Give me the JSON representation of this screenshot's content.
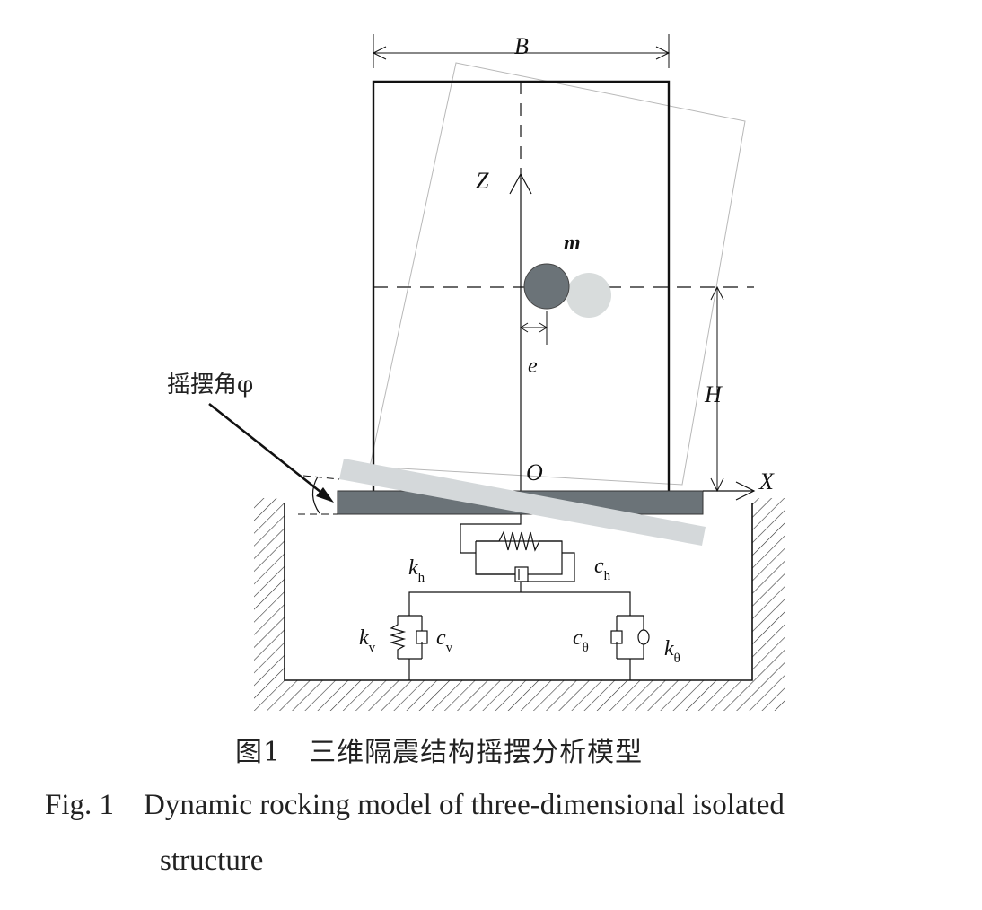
{
  "labels": {
    "B": "B",
    "Z": "Z",
    "m": "m",
    "e": "e",
    "H": "H",
    "O": "O",
    "X": "X",
    "rocking_angle": "摇摆角φ",
    "k_h": "k",
    "k_h_sub": "h",
    "c_h": "c",
    "c_h_sub": "h",
    "k_v": "k",
    "k_v_sub": "v",
    "c_v": "c",
    "c_v_sub": "v",
    "c_theta": "c",
    "c_theta_sub": "θ",
    "k_theta": "k",
    "k_theta_sub": "θ"
  },
  "caption": {
    "cn": "图1　三维隔震结构摇摆分析模型",
    "en_line1": "Fig. 1　Dynamic rocking model of three-dimensional isolated",
    "en_line2": "structure"
  },
  "colors": {
    "base_plate": "#6b7378",
    "tilted_plate": "#d4d8da",
    "mass": "#6b7378",
    "mass_shifted": "#d8dcdc",
    "line": "#111111"
  }
}
